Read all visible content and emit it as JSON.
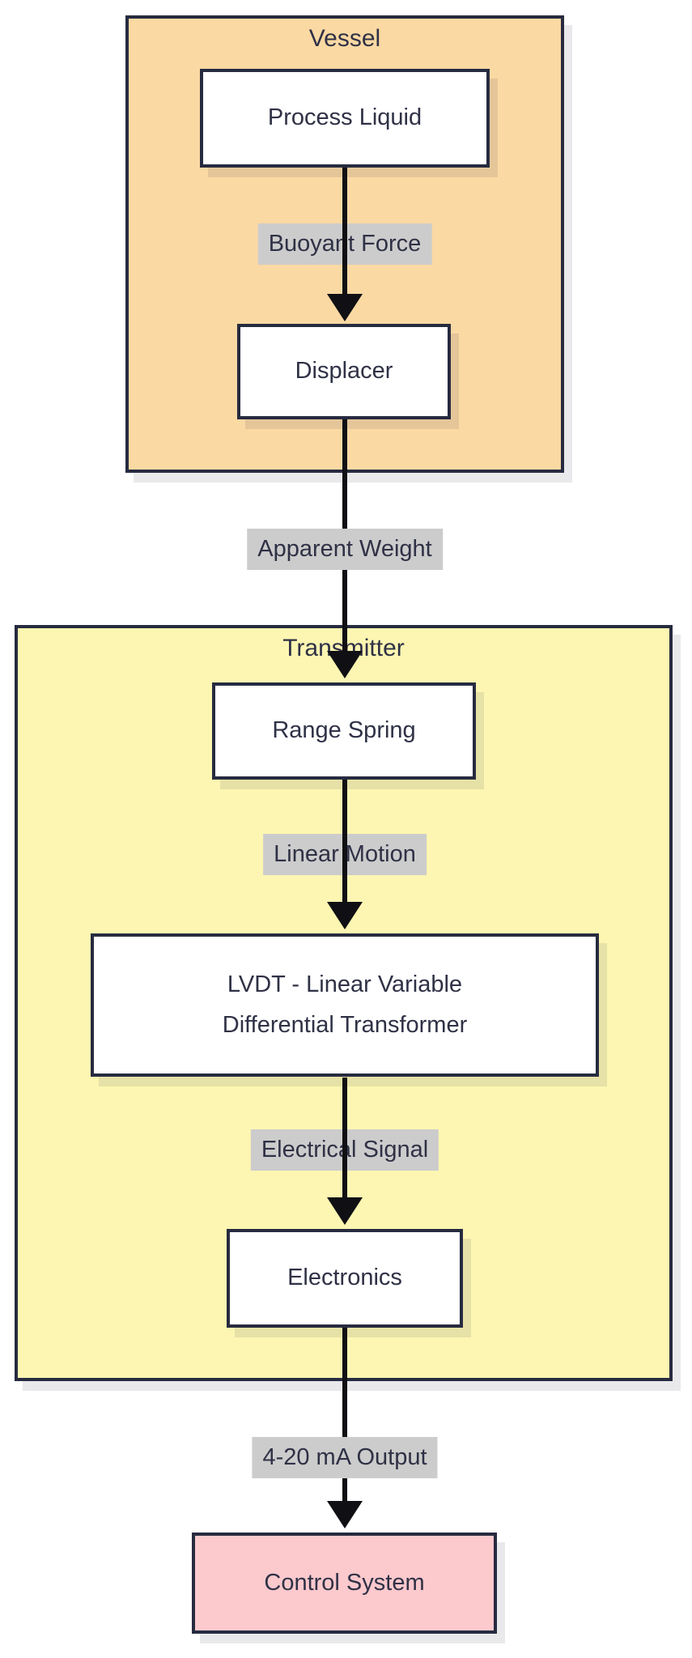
{
  "colors": {
    "page_background": "#ffffff",
    "border": "#272b40",
    "text": "#2f3146",
    "arrow": "#101014",
    "edge_label_background": "#cccccc",
    "vessel_fill": "#fbd9a3",
    "transmitter_fill": "#fcf6b2",
    "node_fill": "#ffffff",
    "control_system_fill": "#fcc9cd"
  },
  "containers": {
    "vessel": {
      "title": "Vessel"
    },
    "transmitter": {
      "title": "Transmitter"
    }
  },
  "nodes": {
    "process_liquid": "Process Liquid",
    "displacer": "Displacer",
    "range_spring": "Range Spring",
    "lvdt_line1": "LVDT - Linear Variable",
    "lvdt_line2": "Differential Transformer",
    "electronics": "Electronics",
    "control_system": "Control System"
  },
  "edge_labels": {
    "buoyant_force": "Buoyant Force",
    "apparent_weight": "Apparent Weight",
    "linear_motion": "Linear Motion",
    "electrical_signal": "Electrical Signal",
    "output": "4-20 mA Output"
  }
}
